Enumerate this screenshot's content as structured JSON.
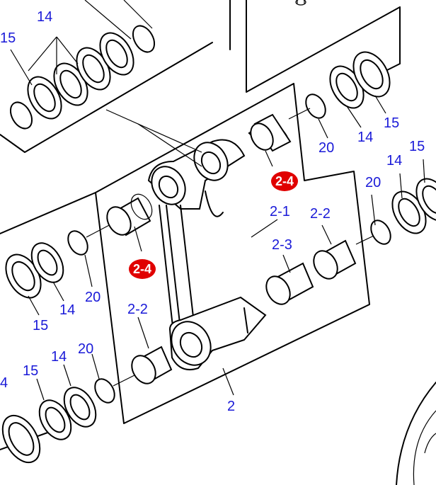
{
  "colors": {
    "label": "#1a1ad8",
    "badge": "#e00000",
    "line": "#000000"
  },
  "labels": {
    "l14a": "14",
    "l15a": "15",
    "l20b": "20",
    "l14b": "14",
    "l15b": "15",
    "l15c": "15",
    "l14c": "14",
    "l20c": "20",
    "l15d": "15",
    "l14d": "14",
    "l20d": "20",
    "l20e": "20",
    "l14e": "14",
    "l15e": "15",
    "l4": "4",
    "p21": "2-1",
    "p22a": "2-2",
    "p23": "2-3",
    "p22b": "2-2",
    "p2": "2"
  },
  "badges": {
    "b1": "2-4",
    "b2": "2-4"
  }
}
